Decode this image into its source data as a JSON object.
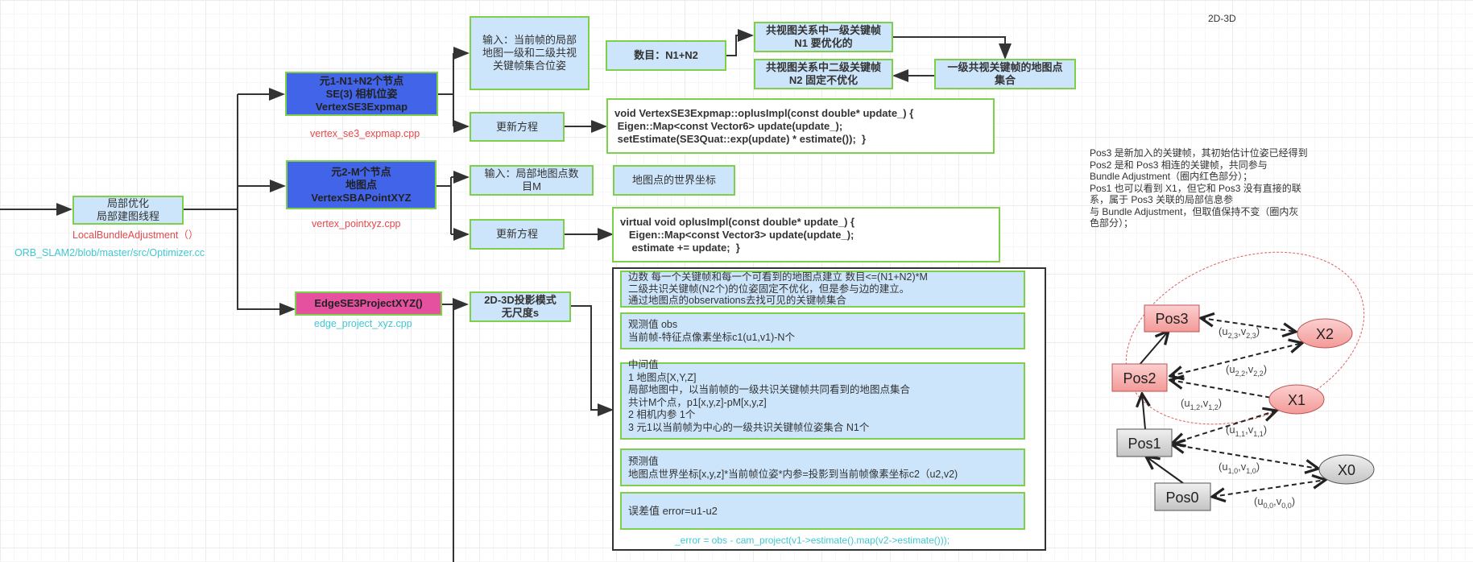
{
  "title_note": "2D-3D",
  "root": {
    "label": "局部优化\n局部建图线程",
    "func": "LocalBundleAdjustment（）",
    "file": "ORB_SLAM2/blob/master/src/Optimizer.cc"
  },
  "vertex1": {
    "label": "元1-N1+N2个节点\nSE(3) 相机位姿\nVertexSE3Expmap",
    "file": "vertex_se3_expmap.cpp",
    "input": "输入：当前帧的局部\n地图一级和二级共视\n关键帧集合位姿",
    "count": "数目：N1+N2",
    "n1": "共视图关系中一级关键帧\nN1 要优化的",
    "n2": "共视图关系中二级关键帧\nN2 固定不优化",
    "mappoints": "一级共视关键帧的地图点\n集合",
    "update_label": "更新方程",
    "update_code": "void VertexSE3Expmap::oplusImpl(const double* update_) {\n Eigen::Map<const Vector6> update(update_);\n setEstimate(SE3Quat::exp(update) * estimate());  }"
  },
  "vertex2": {
    "label": "元2-M个节点\n地图点\nVertexSBAPointXYZ",
    "file": "vertex_pointxyz.cpp",
    "input": "输入：局部地图点数\n目M",
    "world": "地图点的世界坐标",
    "update_label": "更新方程",
    "update_code": "virtual void oplusImpl(const double* update_) {\n   Eigen::Map<const Vector3> update(update_);\n    estimate += update;  }"
  },
  "edge": {
    "label": "EdgeSE3ProjectXYZ()",
    "file": "edge_project_xyz.cpp",
    "mode": "2D-3D投影模式\n无尺度s",
    "edges_count": "边数 每一个关键帧和每一个可看到的地图点建立  数目<=(N1+N2)*M\n       二级共识关键帧(N2个)的位姿固定不优化，但是参与边的建立。\n通过地图点的observations去找可见的关键帧集合",
    "obs": "观测值 obs\n当前帧-特征点像素坐标c1(u1,v1)-N个",
    "intermediate": "中间值\n1 地图点[X,Y,Z]\n   局部地图中，以当前帧的一级共识关键帧共同看到的地图点集合\n   共计M个点，p1[x,y,z]-pM[x,y,z]\n2 相机内参 1个\n3 元1以当前帧为中心的一级共识关键帧位姿集合  N1个",
    "prediction": "预测值\n地图点世界坐标[x,y,z]*当前帧位姿*内参=投影到当前帧像素坐标c2（u2,v2)",
    "error": "误差值  error=u1-u2",
    "error_code": "_error = obs - cam_project(v1->estimate().map(v2->estimate()));"
  },
  "explanation": "Pos3 是新加入的关键帧，其初始估计位姿已经得到\nPos2 是和 Pos3 相连的关键帧，共同参与\nBundle Adjustment（圈内红色部分）；\nPos1 也可以看到 X1，但它和 Pos3 没有直接的联\n系，属于 Pos3 关联的局部信息参\n与 Bundle Adjustment，但取值保持不变（圈内灰\n色部分）；",
  "ba_figure": {
    "poses": [
      "Pos3",
      "Pos2",
      "Pos1",
      "Pos0"
    ],
    "points": [
      "X2",
      "X1",
      "X0"
    ],
    "obs_labels": [
      "(u2,3,v2,3)",
      "(u2,2,v2,2)",
      "(u1,2,v1,2)",
      "(u1,1,v1,1)",
      "(u1,0,v1,0)",
      "(u0,0,v0,0)"
    ],
    "colors": {
      "active": "#f7a9a8",
      "fixed": "#d4d4d4",
      "ellipse": "#e06060"
    }
  }
}
